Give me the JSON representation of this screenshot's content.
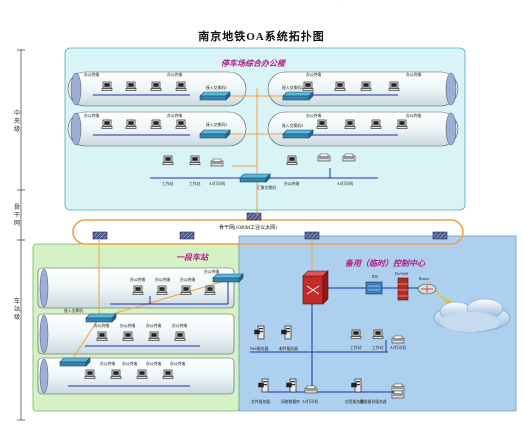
{
  "title": "南京地铁OA系统拓扑图",
  "corner_mark": "·",
  "left_axis": {
    "central": "中央级",
    "backbone": "骨干网",
    "station": "车站级"
  },
  "zones": {
    "depot_building": "停车场综合办公楼",
    "section_station": "一段车站",
    "backup_center": "备用（临时）控制中心"
  },
  "backbone_label": "骨干网(1000M工业以太网)",
  "labels": {
    "office_terminal": "办公终端",
    "access_switch_1": "接入交换机1",
    "access_switch_2": "接入交换机2",
    "access_switch_3": "接入交换机3",
    "access_switch_4": "接入交换机4",
    "access_switch": "接入交换机",
    "core_switch": "汇聚交换机",
    "workstation": "工作站",
    "a3_printer": "A3打印机",
    "a4_printer": "A4打印机",
    "ids": "IDS",
    "firewall": "FireWall",
    "router": "Router",
    "web_server": "Web服务器",
    "mail_server": "邮件服务器",
    "file_server": "文件服务器",
    "db_server": "网络数据库",
    "app_server": "应用服务器",
    "backup_server": "数据备份服务器"
  },
  "colors": {
    "central_zone_fill": "#d9f4f6",
    "station_zone_fill": "#d5f2c4",
    "backup_zone_fill": "#aed0ef",
    "link_orange": "#f2a047",
    "link_blue": "#1f2ea8",
    "zone_title": "#b0208a"
  }
}
